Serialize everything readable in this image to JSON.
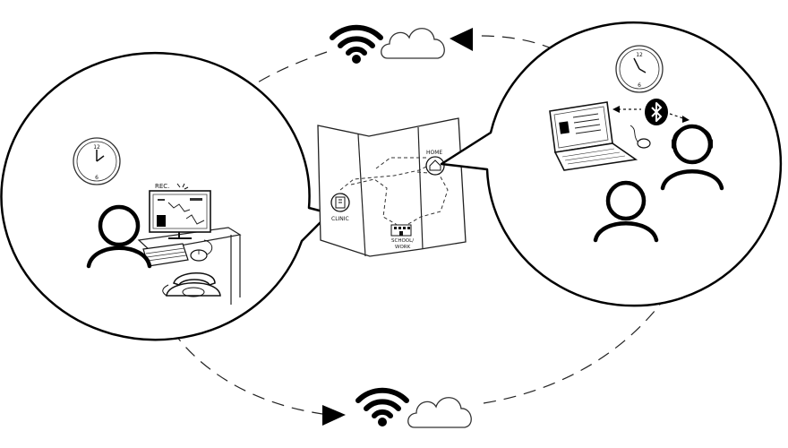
{
  "labels": {
    "rec": "REC.",
    "home": "HOME",
    "clinic": "CLINIC",
    "school_work_line1": "SCHOOL/",
    "school_work_line2": "WORK",
    "clock_12": "12",
    "clock_6": "6"
  },
  "icons": {
    "top_link": [
      "wifi-icon",
      "cloud-icon"
    ],
    "bottom_link": [
      "wifi-icon",
      "cloud-icon"
    ],
    "bluetooth": "bluetooth-icon"
  },
  "colors": {
    "ink": "#000000",
    "paper": "#ffffff"
  }
}
